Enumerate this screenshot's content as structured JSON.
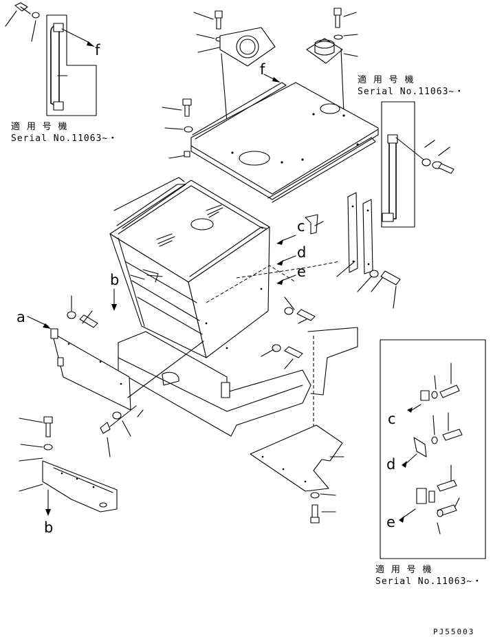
{
  "notes": [
    {
      "jp": "適 用 号 機",
      "serial": "Serial No.11063~・"
    },
    {
      "jp": "適 用 号 機",
      "serial": "Serial No.11063~・"
    },
    {
      "jp": "適 用 号 機",
      "serial": "Serial No.11063~・"
    }
  ],
  "callouts": {
    "a": "a",
    "b1": "b",
    "b2": "b",
    "c_main": "c",
    "d_main": "d",
    "e_main": "e",
    "f1": "f",
    "f2": "f",
    "c_detail": "c",
    "d_detail": "d",
    "e_detail": "e"
  },
  "drawing_code": "PJ55003"
}
